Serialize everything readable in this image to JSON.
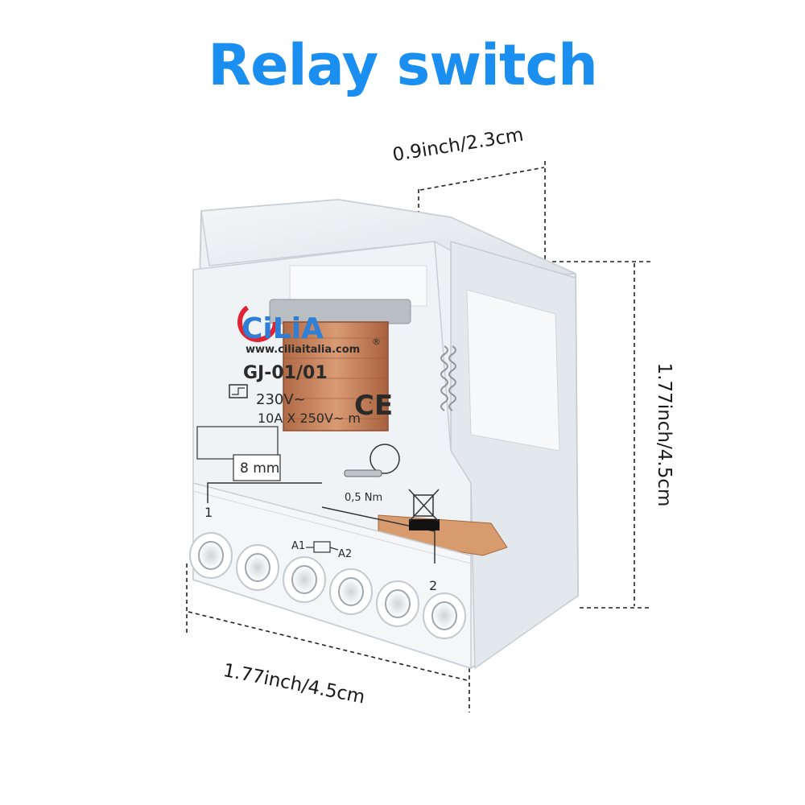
{
  "title": "Relay switch",
  "dimensions": {
    "depth": "0.9inch/2.3cm",
    "height": "1.77inch/4.5cm",
    "width": "1.77inch/4.5cm"
  },
  "device": {
    "brand": "CiLiA",
    "registered_mark": "®",
    "website": "www.ciliaitalia.com",
    "model": "GJ-01/01",
    "voltage": "230V~",
    "rating": "10A X 250V~ m",
    "strip_length": "8 mm",
    "torque": "0,5 Nm",
    "ce_mark": "CE",
    "terminal_1": "1",
    "terminal_2": "2",
    "coil_left": "A1",
    "coil_right": "A2",
    "terminal_count": 6
  },
  "colors": {
    "title": "#1b8ff0",
    "brand_blue": "#2f7fd6",
    "brand_red": "#e02433",
    "copper": "#c9825a"
  }
}
